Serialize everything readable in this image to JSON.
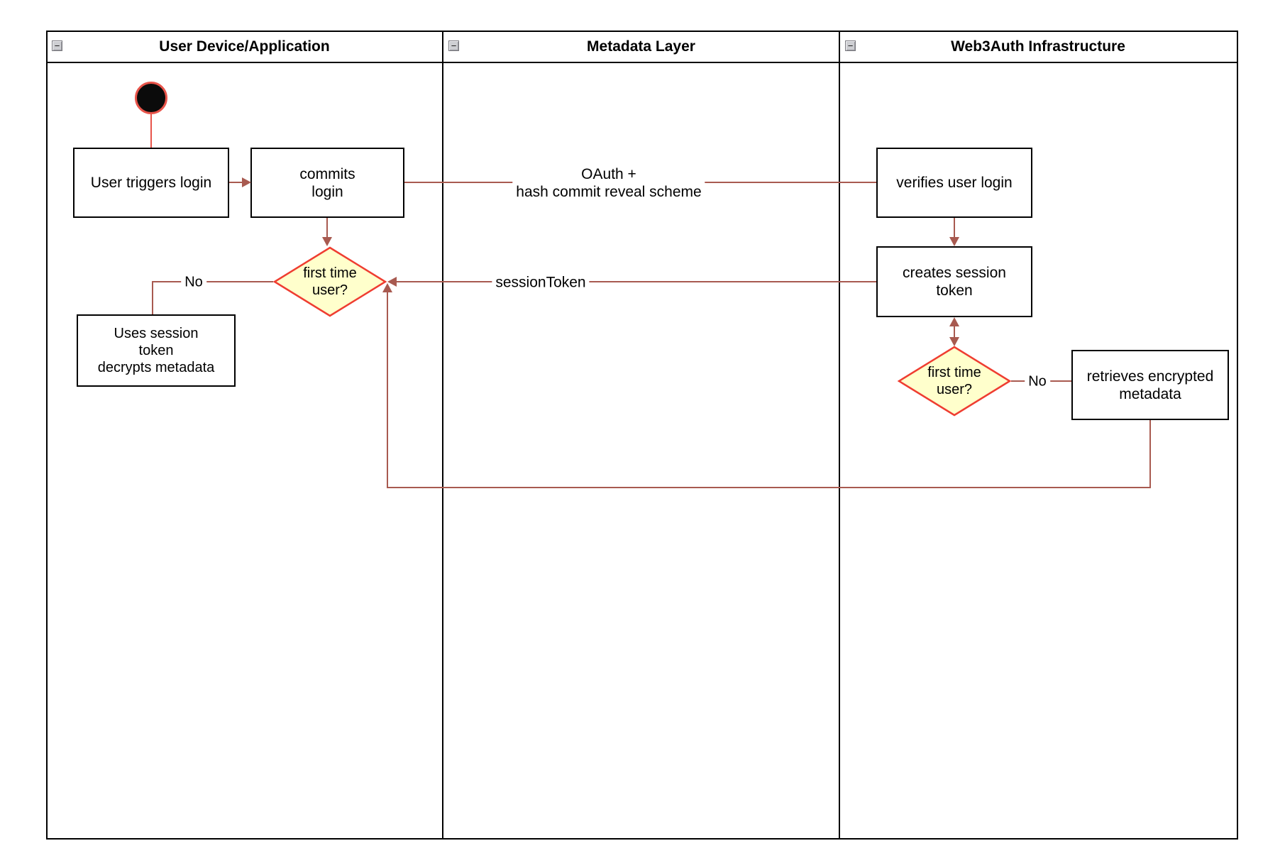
{
  "header": {
    "collapse_icon": "−",
    "lanes": [
      {
        "title": "User Device/Application"
      },
      {
        "title": "Metadata Layer"
      },
      {
        "title": "Web3Auth Infrastructure"
      }
    ]
  },
  "nodes": {
    "user_triggers_login": {
      "label": "User triggers login"
    },
    "commits_login": {
      "label": "commits\nlogin"
    },
    "first_time_user_device": {
      "label": "first time\nuser?"
    },
    "uses_session_token": {
      "label": "Uses session\ntoken\ndecrypts metadata"
    },
    "verifies_user_login": {
      "label": "verifies user login"
    },
    "creates_session_token": {
      "label": "creates session\ntoken"
    },
    "first_time_user_infra": {
      "label": "first time\nuser?"
    },
    "retrieves_encrypted_metadata": {
      "label": "retrieves encrypted\nmetadata"
    }
  },
  "edges": {
    "oauth": {
      "label": "OAuth +\nhash commit reveal scheme"
    },
    "session_token": {
      "label": "sessionToken"
    },
    "no_device": {
      "label": "No"
    },
    "no_infra": {
      "label": "No"
    }
  },
  "colors": {
    "connector": "#a85a50",
    "accent_red": "#e8544a",
    "diamond_border": "#ef3d31",
    "diamond_fill": "#ffffcc",
    "node_border": "#000000"
  }
}
